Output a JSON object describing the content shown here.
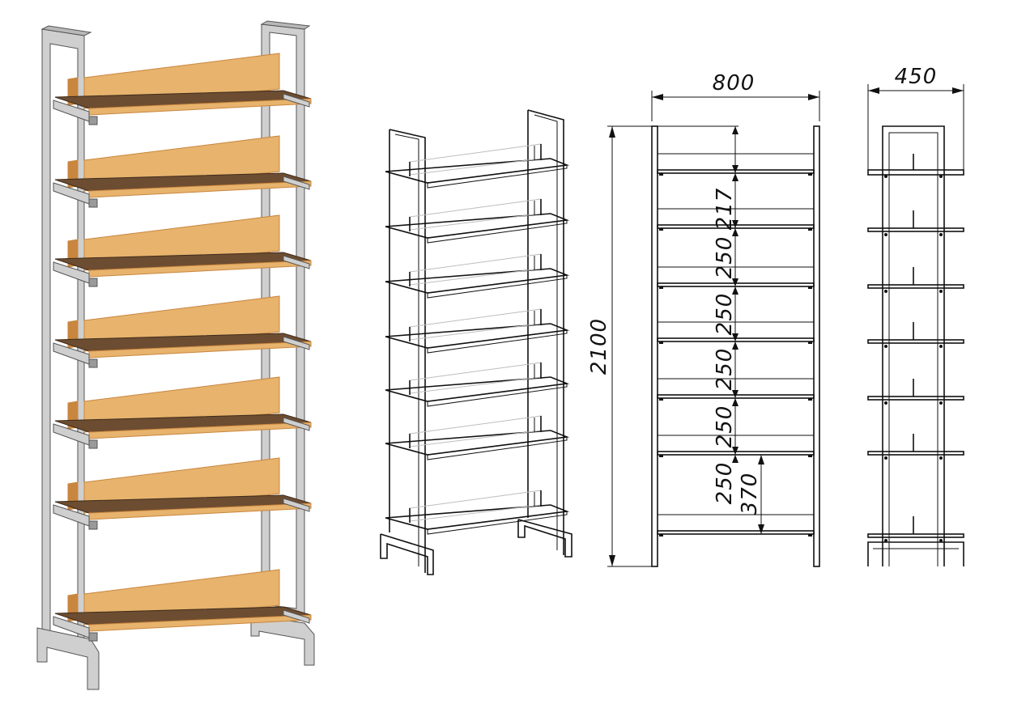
{
  "colors": {
    "wood": "#e7b36d",
    "wood_dark": "#6d4d31",
    "wood_edge": "#c9863f",
    "metal": "#cfcfcf",
    "metal_dark": "#8a8a8a",
    "line": "#111111"
  },
  "dimensions": {
    "width": "800",
    "depth": "450",
    "height": "2100",
    "spacings": [
      "217",
      "250",
      "250",
      "250",
      "250",
      "250",
      "370"
    ]
  }
}
